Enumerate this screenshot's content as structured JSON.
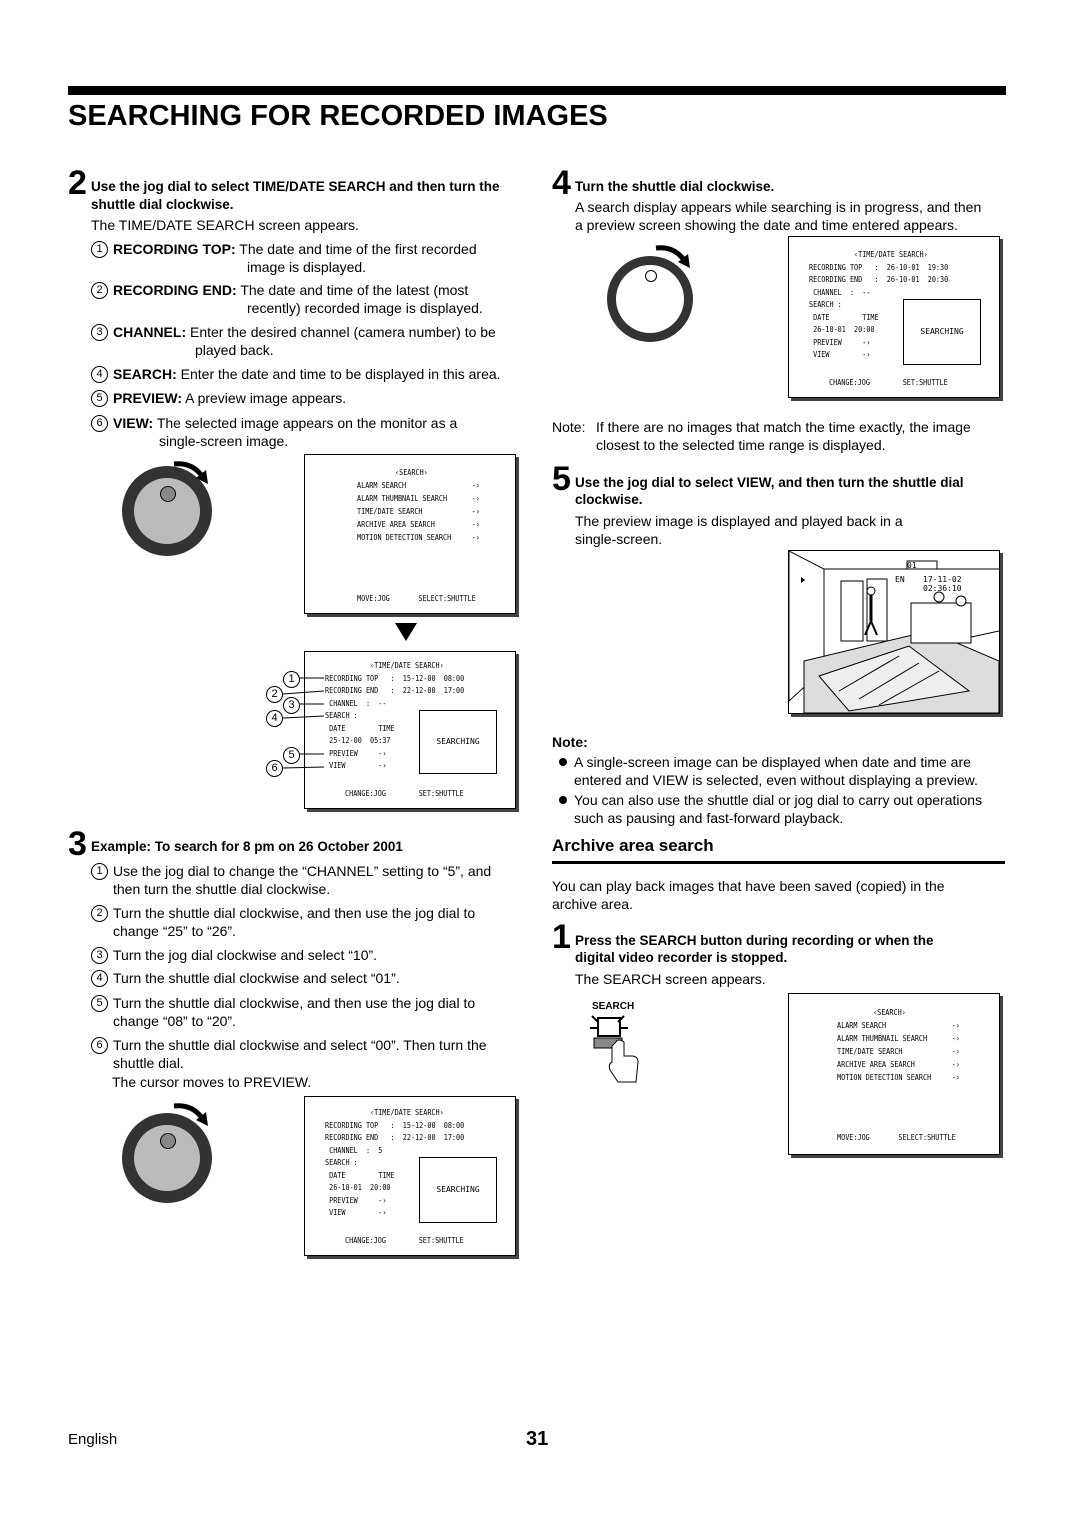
{
  "page": {
    "title": "SEARCHING FOR RECORDED IMAGES",
    "footer_lang": "English",
    "page_number": "31"
  },
  "left": {
    "step2": {
      "num": "2",
      "heading": "Use the jog dial to select TIME/DATE SEARCH and then turn the shuttle dial clockwise.",
      "intro": "The TIME/DATE SEARCH screen appears.",
      "items": [
        {
          "n": "1",
          "label": "RECORDING TOP:",
          "text": "The date and time of the first recorded",
          "text2": "image is displayed."
        },
        {
          "n": "2",
          "label": "RECORDING END:",
          "text": "The date and time of the latest (most",
          "text2": "recently) recorded image is displayed."
        },
        {
          "n": "3",
          "label": "CHANNEL:",
          "text": "Enter the desired channel (camera number) to be",
          "text2": "played back."
        },
        {
          "n": "4",
          "label": "SEARCH:",
          "text": "Enter the date and time to be displayed in this area.",
          "text2": ""
        },
        {
          "n": "5",
          "label": "PREVIEW:",
          "text": "A preview image appears.",
          "text2": ""
        },
        {
          "n": "6",
          "label": "VIEW:",
          "text": "The selected image appears on the monitor as a",
          "text2": "single-screen image."
        }
      ]
    },
    "step3": {
      "num": "3",
      "heading": "Example: To search for 8 pm on 26 October 2001",
      "items": [
        {
          "n": "1",
          "l1": "Use the jog dial to change the “CHANNEL” setting to “5”, and",
          "l2": "then turn the shuttle dial clockwise."
        },
        {
          "n": "2",
          "l1": "Turn the shuttle dial clockwise, and then use the jog dial to",
          "l2": "change “25” to “26”."
        },
        {
          "n": "3",
          "l1": "Turn the jog dial clockwise and select “10”.",
          "l2": ""
        },
        {
          "n": "4",
          "l1": "Turn the shuttle dial clockwise and select “01”.",
          "l2": ""
        },
        {
          "n": "5",
          "l1": "Turn the shuttle dial clockwise, and then use the jog dial to",
          "l2": "change “08” to “20”."
        },
        {
          "n": "6",
          "l1": "Turn the shuttle dial clockwise and select “00”. Then turn the",
          "l2": "shuttle dial."
        }
      ],
      "cursor_note": "The cursor moves to PREVIEW."
    },
    "search_menu": {
      "title": "‹SEARCH›",
      "rows": [
        "ALARM SEARCH                -›",
        "ALARM THUMBNAIL SEARCH      -›",
        "TIME/DATE SEARCH            -›",
        "ARCHIVE AREA SEARCH         -›",
        "MOTION DETECTION SEARCH     -›"
      ],
      "footer": "MOVE:JOG       SELECT:SHUTTLE"
    },
    "td_screen1": {
      "title": "‹TIME/DATE SEARCH›",
      "rows": [
        "RECORDING TOP   :  15-12-00  08:00",
        "RECORDING END   :  22-12-00  17:00",
        " CHANNEL  :  --",
        "SEARCH :",
        " DATE        TIME",
        " 25-12-00  05:37",
        " PREVIEW     -›",
        " VIEW        -›"
      ],
      "box": "SEARCHING",
      "footer": "CHANGE:JOG        SET:SHUTTLE"
    },
    "td_screen2": {
      "title": "‹TIME/DATE SEARCH›",
      "rows": [
        "RECORDING TOP   :  15-12-00  08:00",
        "RECORDING END   :  22-12-00  17:00",
        " CHANNEL  :  5",
        "SEARCH :",
        " DATE        TIME",
        " 26-10-01  20:00",
        " PREVIEW     -›",
        " VIEW        -›"
      ],
      "box": "SEARCHING",
      "footer": "CHANGE:JOG        SET:SHUTTLE"
    }
  },
  "right": {
    "step4": {
      "num": "4",
      "heading": "Turn the shuttle dial clockwise.",
      "l1": "A search display appears while searching is in progress, and then",
      "l2": "a preview screen showing the date and time entered appears."
    },
    "td_screen3": {
      "title": "‹TIME/DATE SEARCH›",
      "rows": [
        "RECORDING TOP   :  26-10-01  19:30",
        "RECORDING END   :  26-10-01  20:30",
        " CHANNEL  :  --",
        "SEARCH :",
        " DATE        TIME",
        " 26-10-01  20:00",
        " PREVIEW     -›",
        " VIEW        -›"
      ],
      "box": "SEARCHING",
      "footer": "CHANGE:JOG        SET:SHUTTLE"
    },
    "note1": {
      "label": "Note:",
      "l1": "If there are no images that match the time exactly, the image",
      "l2": "closest to the selected time range is displayed."
    },
    "step5": {
      "num": "5",
      "heading1": "Use the jog dial to select VIEW, and then turn the shuttle dial",
      "heading2": "clockwise.",
      "l1": "The preview image is displayed and played back in a",
      "l2": "single-screen."
    },
    "camera_image": {
      "channel": "01",
      "en": "EN",
      "timestamp": "17-11-02 02:36:10"
    },
    "note2": {
      "label": "Note:",
      "bullets": [
        {
          "l1": "A single-screen image can be displayed when date and time are",
          "l2": "entered and VIEW is selected, even without displaying a preview."
        },
        {
          "l1": "You can also use the shuttle dial or jog dial to carry out operations",
          "l2": "such as pausing and fast-forward playback."
        }
      ]
    },
    "archive": {
      "heading": "Archive area search",
      "l1": "You can play back images that have been saved (copied) in the",
      "l2": "archive area."
    },
    "step1": {
      "num": "1",
      "heading1": "Press the SEARCH button during recording or when the",
      "heading2": "digital video recorder is stopped.",
      "intro": "The SEARCH screen appears.",
      "button_label": "SEARCH"
    },
    "search_menu2": {
      "title": "‹SEARCH›",
      "rows": [
        "ALARM SEARCH                -›",
        "ALARM THUMBNAIL SEARCH      -›",
        "TIME/DATE SEARCH            -›",
        "ARCHIVE AREA SEARCH         -›",
        "MOTION DETECTION SEARCH     -›"
      ],
      "footer": "MOVE:JOG       SELECT:SHUTTLE"
    }
  }
}
